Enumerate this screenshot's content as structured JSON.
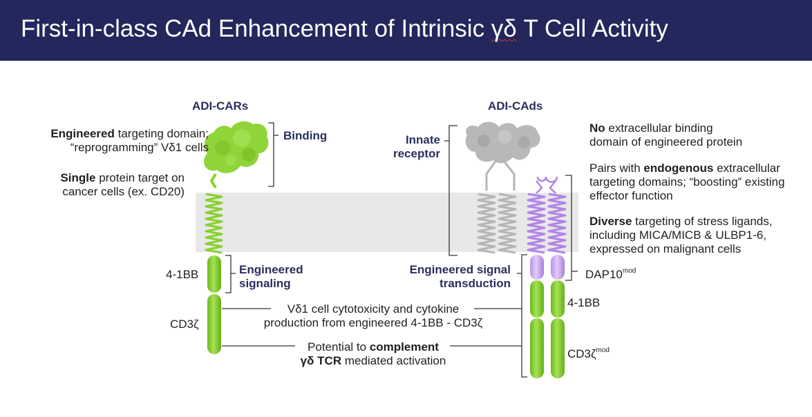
{
  "title": {
    "prefix": "First-in-class CAd Enhancement of Intrinsic ",
    "symbol": "γδ",
    "suffix": " T Cell Activity"
  },
  "cars": {
    "heading": "ADI-CARs",
    "desc1": {
      "bold": "Engineered",
      "rest_line1": " targeting domain;",
      "line2": "“reprogramming”  Vδ1 cells"
    },
    "desc2": {
      "bold": "Single",
      "rest_line1": " protein target on",
      "line2": "cancer cells (ex. CD20)"
    },
    "binding": "Binding",
    "signaling": {
      "line1": "Engineered",
      "line2": "signaling"
    },
    "label_41bb": "4-1BB",
    "label_cd3z": "CD3ζ"
  },
  "cads": {
    "heading": "ADI-CAds",
    "innate": {
      "line1": "Innate",
      "line2": "receptor"
    },
    "note1": {
      "bold": "No",
      "rest_line1": " extracellular binding",
      "line2": "domain of engineered protein"
    },
    "note2": {
      "line1_pre": "Pairs with ",
      "line1_bold": "endogenous",
      "line1_post": " extracellular",
      "line2": "targeting domains; “boosting” existing",
      "line3": "effector function"
    },
    "note3": {
      "bold": "Diverse",
      "rest_line1": " targeting of stress ligands,",
      "line2": "including MICA/MICB & ULBP1-6,",
      "line3": "expressed on malignant cells"
    },
    "signal": {
      "line1": "Engineered signal",
      "line2": "transduction"
    },
    "dap10": {
      "base": "DAP10",
      "sup": "mod"
    },
    "label_41bb": "4-1BB",
    "cd3z": {
      "base": "CD3ζ",
      "sup": "mod"
    }
  },
  "center": {
    "line1": "Vδ1 cell cytotoxicity and cytokine",
    "line2": "production from engineered 4-1BB - CD3ζ",
    "line3_pre": "Potential to ",
    "line3_bold": "complement",
    "line4_bold": "γδ TCR",
    "line4_post": " mediated activation"
  },
  "colors": {
    "header_bg": "#24275c",
    "heading_text": "#2b2e5e",
    "green": "#86d12f",
    "purple": "#b184e6",
    "gray_receptor": "#b5b5b5",
    "membrane": "#e8e8e8"
  }
}
